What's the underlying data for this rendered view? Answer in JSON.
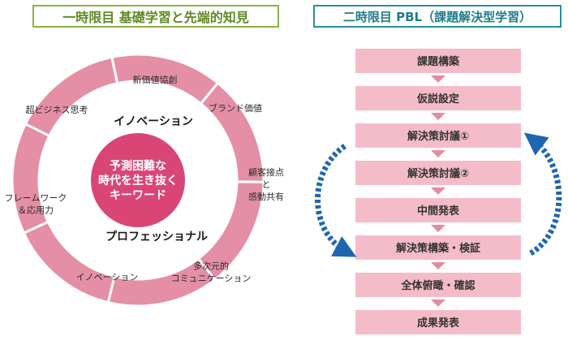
{
  "left_panel": {
    "title": "一時限目 基礎学習と先端的知見",
    "center_lines": [
      "予測困難な",
      "時代を生き抜く",
      "キーワード"
    ],
    "inner_ring_top": "イノベーション",
    "inner_ring_bottom": "プロフェッショナル",
    "segments": [
      {
        "lines": [
          "新価値協創"
        ]
      },
      {
        "lines": [
          "ブランド価値"
        ]
      },
      {
        "lines": [
          "顧客接点",
          "と",
          "感動共有"
        ]
      },
      {
        "lines": [
          "多次元的",
          "コミュニケーション"
        ]
      },
      {
        "lines": [
          "イノベーション"
        ]
      },
      {
        "lines": [
          "フレームワーク",
          "＆応用力"
        ]
      },
      {
        "lines": [
          "超ビジネス思考"
        ]
      }
    ]
  },
  "right_panel": {
    "title": "二時限目 PBL（課題解決型学習）",
    "steps": [
      "課題構築",
      "仮説設定",
      "解決策討議①",
      "解決策討議②",
      "中間発表",
      "解決策構築・検証",
      "全体俯瞰・確認",
      "成果発表"
    ]
  },
  "colors": {
    "segment": "#e48fa6",
    "ring_border": "#ffffff",
    "center": "#d94676",
    "step_box": "#f4bcc9",
    "step_arrow": "#e58aa3",
    "cycle_arrow": "#1e66b0"
  }
}
